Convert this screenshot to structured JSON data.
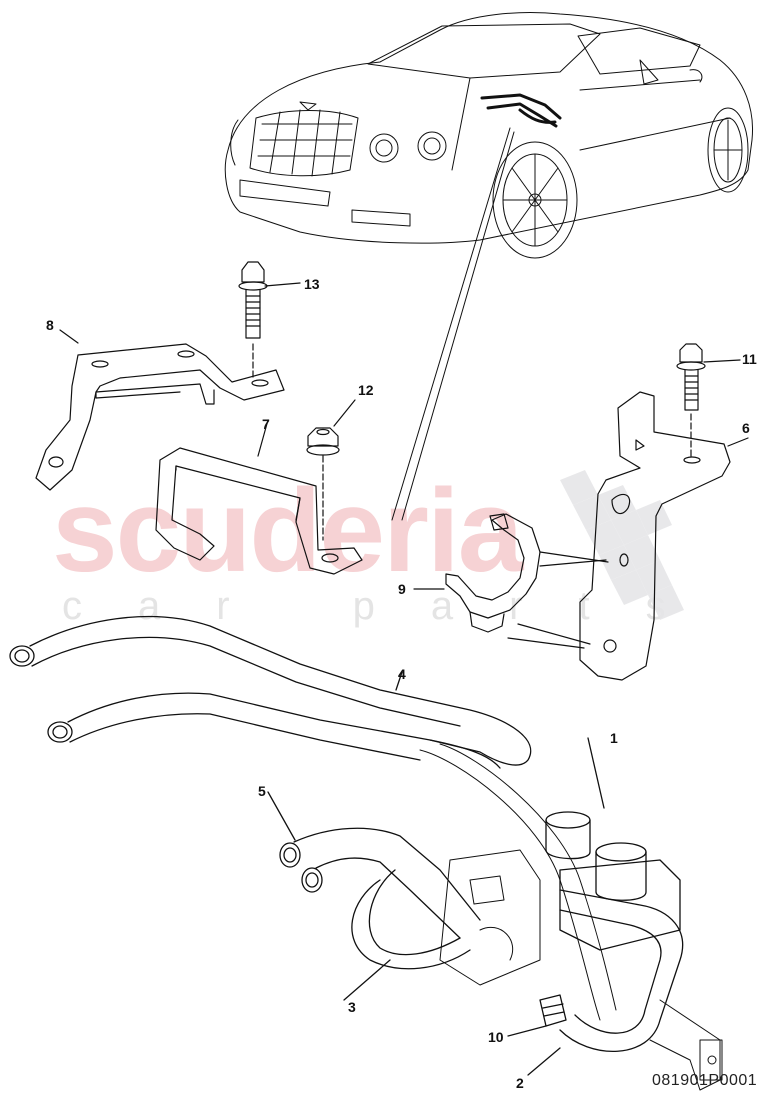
{
  "diagram": {
    "type": "exploded parts diagram",
    "subject": "heater control valve with coolant hoses and mounting brackets",
    "document_id": "081901P0001",
    "watermark": {
      "main_text": "scuderia",
      "sub_text": "car parts",
      "main_color": "#f6d2d4",
      "sub_color": "#e4e4e4"
    },
    "callouts": [
      {
        "number": "1",
        "part": "valve unit (twin solenoid)"
      },
      {
        "number": "2",
        "part": "hose (lower loop)"
      },
      {
        "number": "3",
        "part": "hose (left loop)"
      },
      {
        "number": "4",
        "part": "hose pair (long)"
      },
      {
        "number": "5",
        "part": "hose pair (short)"
      },
      {
        "number": "6",
        "part": "bracket (right)"
      },
      {
        "number": "7",
        "part": "bracket (U-shaped)"
      },
      {
        "number": "8",
        "part": "bracket (left)"
      },
      {
        "number": "9",
        "part": "clip"
      },
      {
        "number": "10",
        "part": "hose clamp"
      },
      {
        "number": "11",
        "part": "bolt"
      },
      {
        "number": "12",
        "part": "nut"
      },
      {
        "number": "13",
        "part": "bolt"
      }
    ]
  }
}
